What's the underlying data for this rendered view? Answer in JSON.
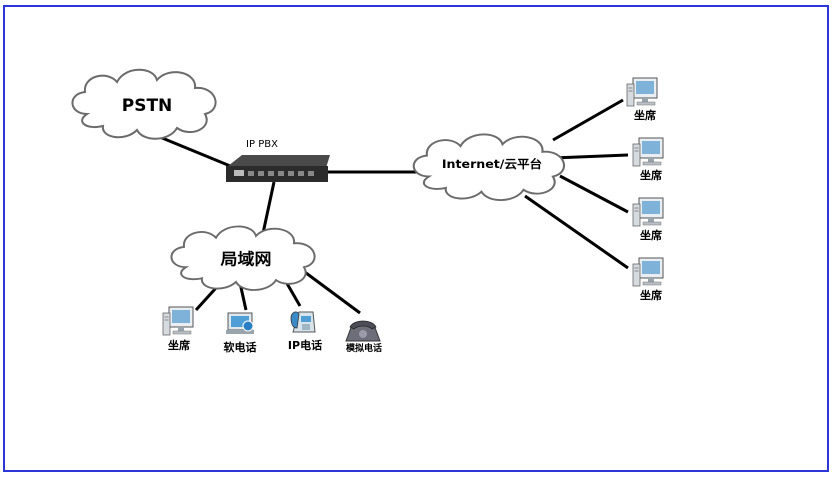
{
  "colors": {
    "frame": "#2d35d6",
    "line": "#000000",
    "cloud_stroke": "#6b6b6b",
    "device_body": "#2b2b2b"
  },
  "clouds": {
    "pstn": "PSTN",
    "internet": "Internet/云平台",
    "lan": "局域网"
  },
  "pbx": {
    "label": "IP PBX"
  },
  "remote_seats": [
    {
      "label": "坐席",
      "icon": "computer-icon"
    },
    {
      "label": "坐席",
      "icon": "computer-icon"
    },
    {
      "label": "坐席",
      "icon": "computer-icon"
    },
    {
      "label": "坐席",
      "icon": "computer-icon"
    }
  ],
  "lan_devices": [
    {
      "label": "坐席",
      "icon": "computer-icon"
    },
    {
      "label": "软电话",
      "icon": "softphone-icon"
    },
    {
      "label": "IP电话",
      "icon": "ip-phone-icon"
    },
    {
      "label": "模拟电话",
      "icon": "analog-phone-icon"
    }
  ]
}
